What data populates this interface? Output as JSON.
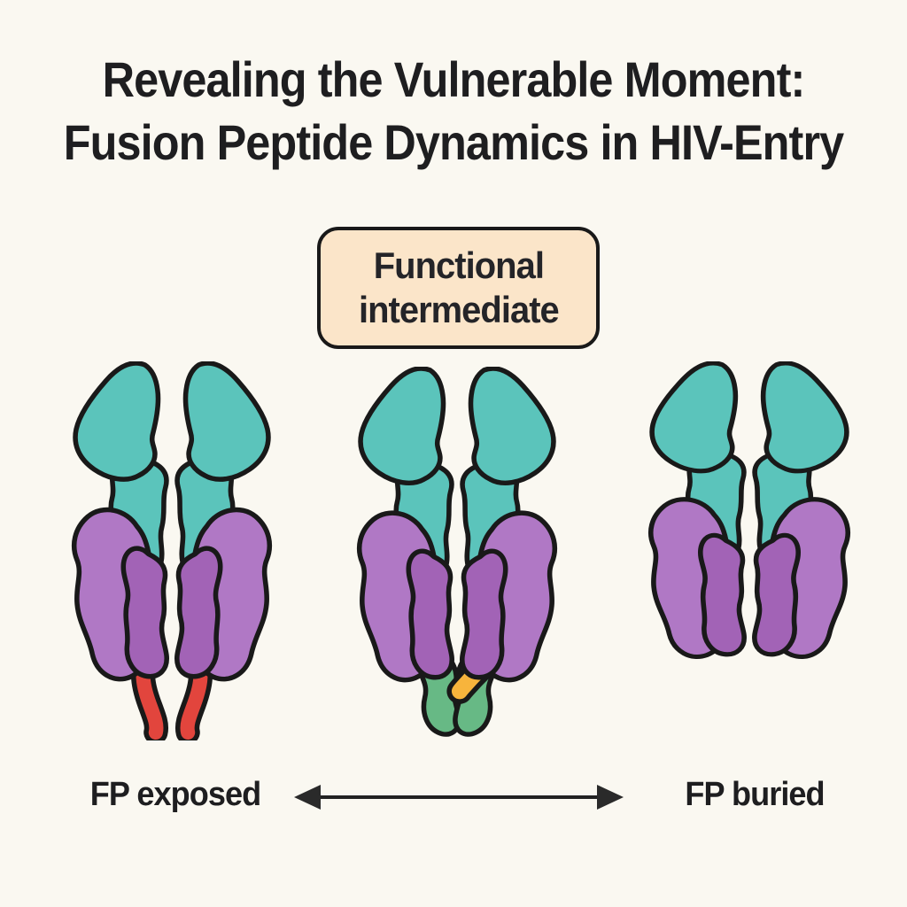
{
  "title": {
    "line1": "Revealing the Vulnerable Moment:",
    "line2": "Fusion Peptide Dynamics in HIV-Entry"
  },
  "callout": {
    "line1": "Functional",
    "line2": "intermediate"
  },
  "axis": {
    "left_label": "FP exposed",
    "right_label": "FP buried"
  },
  "figures": {
    "left": {
      "state": "FP exposed",
      "fusion_peptide": "red squiggles extended below trimer"
    },
    "middle": {
      "state": "Functional intermediate",
      "fusion_peptide": "yellow band transitioning with green segments"
    },
    "right": {
      "state": "FP buried",
      "fusion_peptide": "hidden inside trimer"
    }
  },
  "colors": {
    "background": "#FAF8F1",
    "ink": "#1E1E20",
    "outline": "#191919",
    "teal": "#5BC4BB",
    "purple_outer": "#B078C5",
    "purple_inner": "#A263B6",
    "red_fp": "#E2453D",
    "green_fp": "#67B985",
    "yellow_fp": "#F7B43C",
    "callout_fill": "#FBE5C9"
  }
}
